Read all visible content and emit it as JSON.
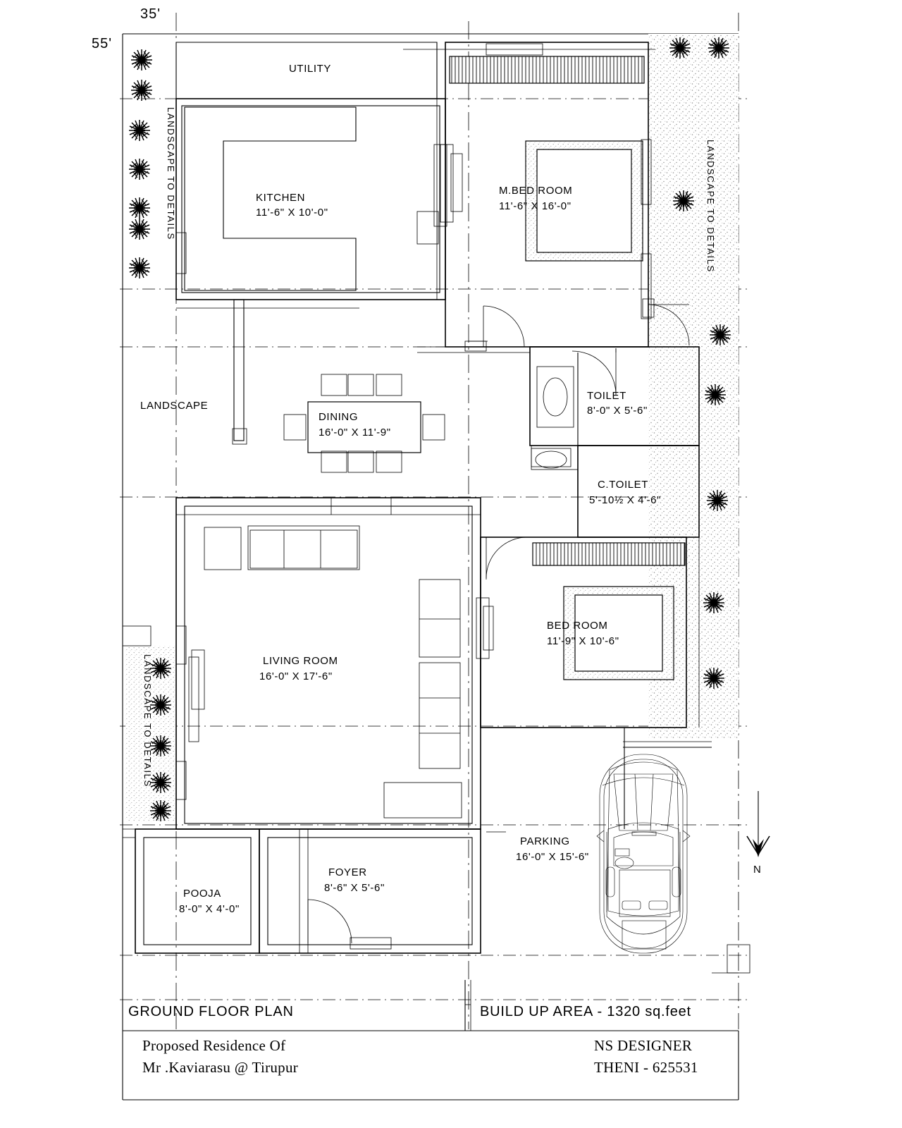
{
  "drawing": {
    "type": "architectural-floor-plan",
    "sheet_title": "GROUND FLOOR PLAN",
    "build_up_area": "BUILD UP AREA - 1320 sq.feet",
    "client_line1": "Proposed Residence Of",
    "client_line2": "Mr .Kaviarasu @ Tirupur",
    "designer_line1": "NS DESIGNER",
    "designer_line2": "THENI - 625531",
    "north_label": "N"
  },
  "dimensions": {
    "width_label": "35'",
    "height_label": "55'"
  },
  "rooms": [
    {
      "name": "UTILITY",
      "size": ""
    },
    {
      "name": "KITCHEN",
      "size": "11'-6\" X 10'-0\""
    },
    {
      "name": "M.BED ROOM",
      "size": "11'-6\" X 16'-0\""
    },
    {
      "name": "TOILET",
      "size": "8'-0\" X 5'-6\""
    },
    {
      "name": "C.TOILET",
      "size": "5'-10½ X 4'-6\""
    },
    {
      "name": "DINING",
      "size": "16'-0\" X 11'-9\""
    },
    {
      "name": "LIVING ROOM",
      "size": "16'-0\" X 17'-6\""
    },
    {
      "name": "BED ROOM",
      "size": "11'-9\" X 10'-6\""
    },
    {
      "name": "POOJA",
      "size": "8'-0\" X 4'-0\""
    },
    {
      "name": "FOYER",
      "size": "8'-6\" X 5'-6\""
    },
    {
      "name": "PARKING",
      "size": "16'-0\" X 15'-6\""
    }
  ],
  "landscape": {
    "left_top_label": "LANDSCAPE TO DETAILS",
    "left_bottom_label": "LANDSCAPE TO DETAILS",
    "right_label": "LANDSCAPE TO DETAILS",
    "center_label": "LANDSCAPE"
  },
  "colors": {
    "line": "#000000",
    "paper": "#ffffff",
    "hatch": "#9a9a9a"
  }
}
